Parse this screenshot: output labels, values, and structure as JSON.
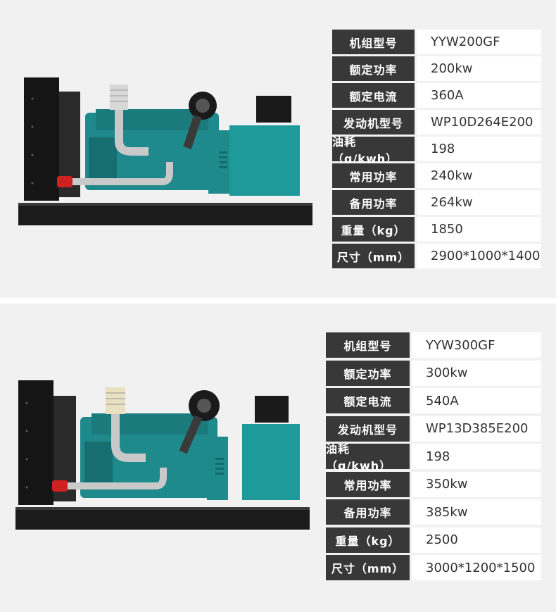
{
  "colors": {
    "panel_bg": "#f1f1f1",
    "label_bg": "#383838",
    "value_bg": "#ffffff",
    "engine_teal": "#1a8a8a"
  },
  "products": [
    {
      "rows": [
        {
          "label": "机组型号",
          "value": "YYW200GF"
        },
        {
          "label": "额定功率",
          "value": "200kw"
        },
        {
          "label": "额定电流",
          "value": "360A"
        },
        {
          "label": "发动机型号",
          "value": "WP10D264E200"
        },
        {
          "label": "油耗（g/kwh）",
          "value": "198"
        },
        {
          "label": "常用功率",
          "value": "240kw"
        },
        {
          "label": "备用功率",
          "value": "264kw"
        },
        {
          "label": "重量（kg）",
          "value": "1850"
        },
        {
          "label": "尺寸（mm）",
          "value": "2900*1000*1400"
        }
      ]
    },
    {
      "rows": [
        {
          "label": "机组型号",
          "value": "YYW300GF"
        },
        {
          "label": "额定功率",
          "value": "300kw"
        },
        {
          "label": "额定电流",
          "value": "540A"
        },
        {
          "label": "发动机型号",
          "value": "WP13D385E200"
        },
        {
          "label": "油耗（g/kwh）",
          "value": "198"
        },
        {
          "label": "常用功率",
          "value": "350kw"
        },
        {
          "label": "备用功率",
          "value": "385kw"
        },
        {
          "label": "重量（kg）",
          "value": "2500"
        },
        {
          "label": "尺寸（mm）",
          "value": "3000*1200*1500"
        }
      ]
    }
  ]
}
